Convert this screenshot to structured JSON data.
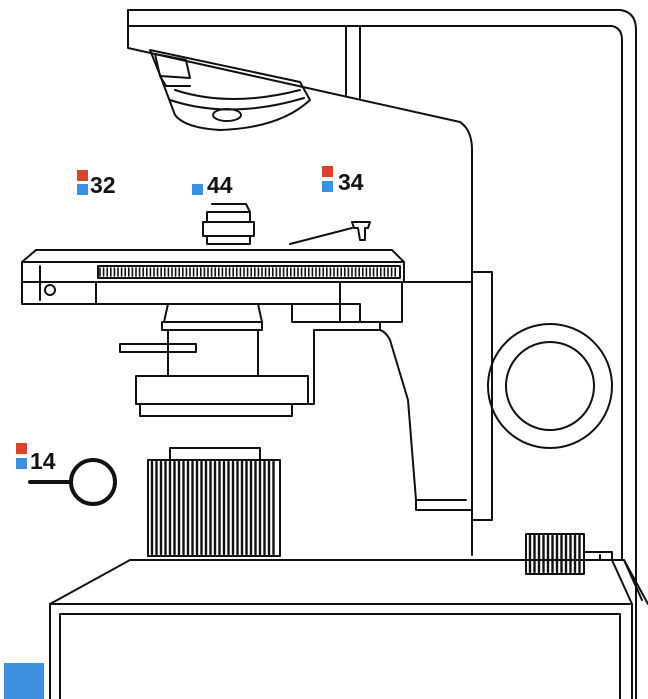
{
  "labels": {
    "label_32": "32",
    "label_44": "44",
    "label_34": "34",
    "label_14": "14"
  },
  "colors": {
    "red_marker": "#d9452b",
    "blue_marker": "#3d8fe0",
    "line": "#111111",
    "background": "#ffffff"
  }
}
